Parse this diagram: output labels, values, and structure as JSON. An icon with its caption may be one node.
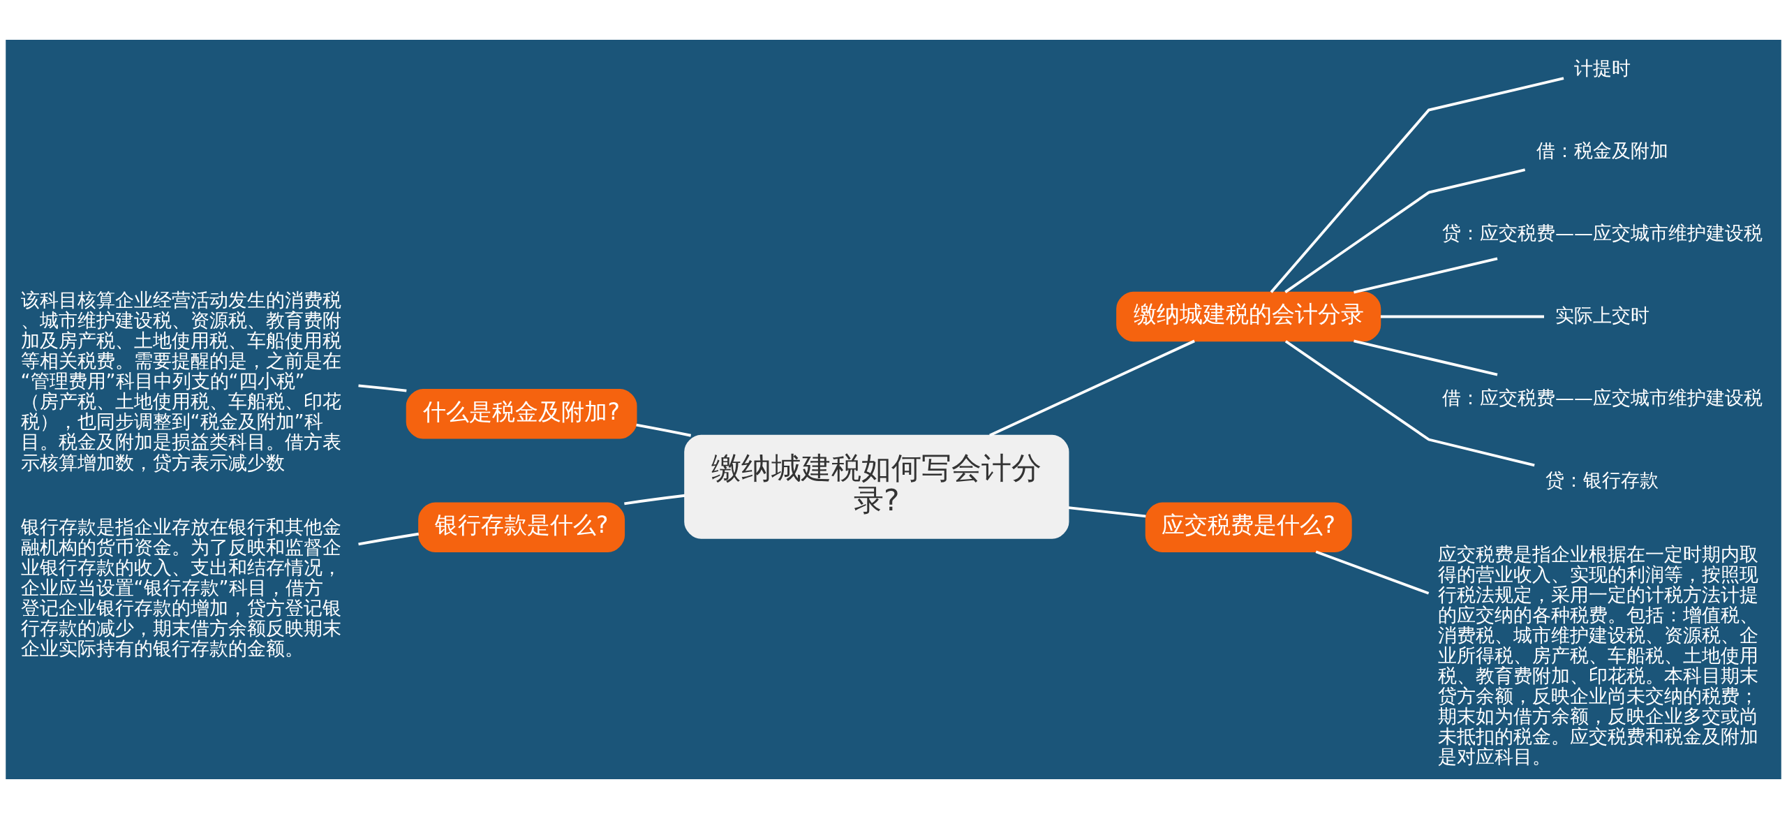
{
  "diagram": {
    "nodes": [
      {
        "text": [
          "缴纳城建税如何写会计分录?"
        ]
      },
      {
        "text": [
          "缴纳城建税的会计分录"
        ]
      },
      {
        "text": [
          "计提时"
        ]
      },
      {
        "text": [
          "借：税金及附加"
        ]
      },
      {
        "text": [
          "贷：应交税费——应交城市维护建设税"
        ]
      },
      {
        "text": [
          "实际上交时"
        ]
      },
      {
        "text": [
          "借：应交税费——应交城市维护建设税"
        ]
      },
      {
        "text": [
          "贷：银行存款"
        ]
      },
      {
        "text": [
          "应交税费是什么?"
        ]
      },
      {
        "text": [
          "应交税费是指企业根据在一定时期内取得的营业收入、实现的利润等，按照现行税法规定，采用一定的计税方法计提的应交纳的各种税费。包括：增值税、消费税、城市维护建设税、资源税、企业所得税、房产税、车船税、土地使用税、教育费附加、印花税。本科目期末贷方余额，反映企业尚未交纳的税费；期末如为借方余额，反映企业多交或尚未抵扣的税金。应交税费和税金及附加是对应科目。"
        ]
      },
      {
        "text": [
          "什么是税金及附加?"
        ]
      },
      {
        "text": [
          "该科目核算企业经营活动发生的消费税、城市维护建设税、资源税、教育费附加及房产税、土地使用税、车船使用税等相关税费。需要提醒的是，之前是在“管理费用”科目中列支的“四小税”（房产税、土地使用税、车船税、印花税），也同步调整到“税金及附加”科目。税金及附加是损益类科目。借方表示核算增加数，贷方表示减少数"
        ]
      },
      {
        "text": [
          "银行存款是什么?"
        ]
      },
      {
        "text": [
          "银行存款是指企业存放在银行和其他金融机构的货币资金。为了反映和监督企业银行存款的收入、支出和结存情况，企业应当设置“银行存款”科目，借方登记企业银行存款的增加，贷方登记银行存款的减少，期末借方余额反映期末企业实际持有的银行存款的金额。"
        ]
      }
    ],
    "edges": [
      {
        "from": 0,
        "to": 1,
        "arrow": "none"
      },
      {
        "from": 1,
        "to": 2,
        "arrow": "none"
      },
      {
        "from": 1,
        "to": 3,
        "arrow": "none"
      },
      {
        "from": 1,
        "to": 4,
        "arrow": "none"
      },
      {
        "from": 1,
        "to": 5,
        "arrow": "none"
      },
      {
        "from": 1,
        "to": 6,
        "arrow": "none"
      },
      {
        "from": 1,
        "to": 7,
        "arrow": "none"
      },
      {
        "from": 0,
        "to": 8,
        "arrow": "none"
      },
      {
        "from": 8,
        "to": 9,
        "arrow": "none"
      },
      {
        "from": 0,
        "to": 10,
        "arrow": "none"
      },
      {
        "from": 10,
        "to": 11,
        "arrow": "none"
      },
      {
        "from": 0,
        "to": 12,
        "arrow": "none"
      },
      {
        "from": 12,
        "to": 13,
        "arrow": "none"
      }
    ]
  }
}
